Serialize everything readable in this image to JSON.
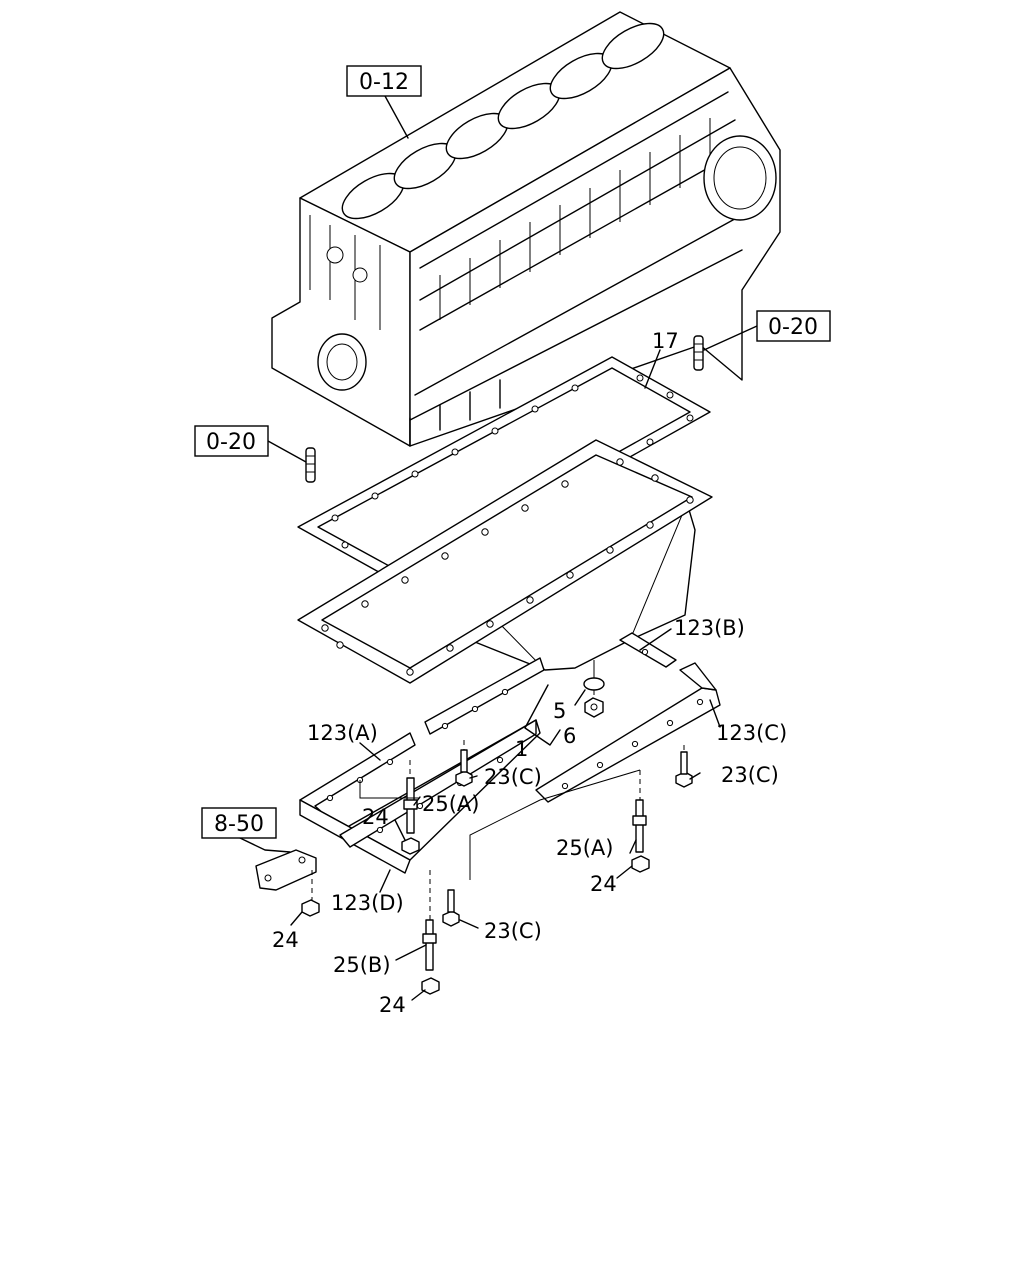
{
  "references": {
    "ref_0_12": "0-12",
    "ref_0_20_right": "0-20",
    "ref_0_20_left": "0-20",
    "ref_8_50": "8-50"
  },
  "callouts": {
    "c17": "17",
    "c123b": "123(B)",
    "c5": "5",
    "c6": "6",
    "c1": "1",
    "c123a": "123(A)",
    "c123c": "123(C)",
    "c23c_1": "23(C)",
    "c23c_2": "23(C)",
    "c25a_1": "25(A)",
    "c24_1": "24",
    "c25a_2": "25(A)",
    "c24_2": "24",
    "c123d": "123(D)",
    "c23c_3": "23(C)",
    "c24_3": "24",
    "c25b": "25(B)",
    "c24_4": "24"
  }
}
